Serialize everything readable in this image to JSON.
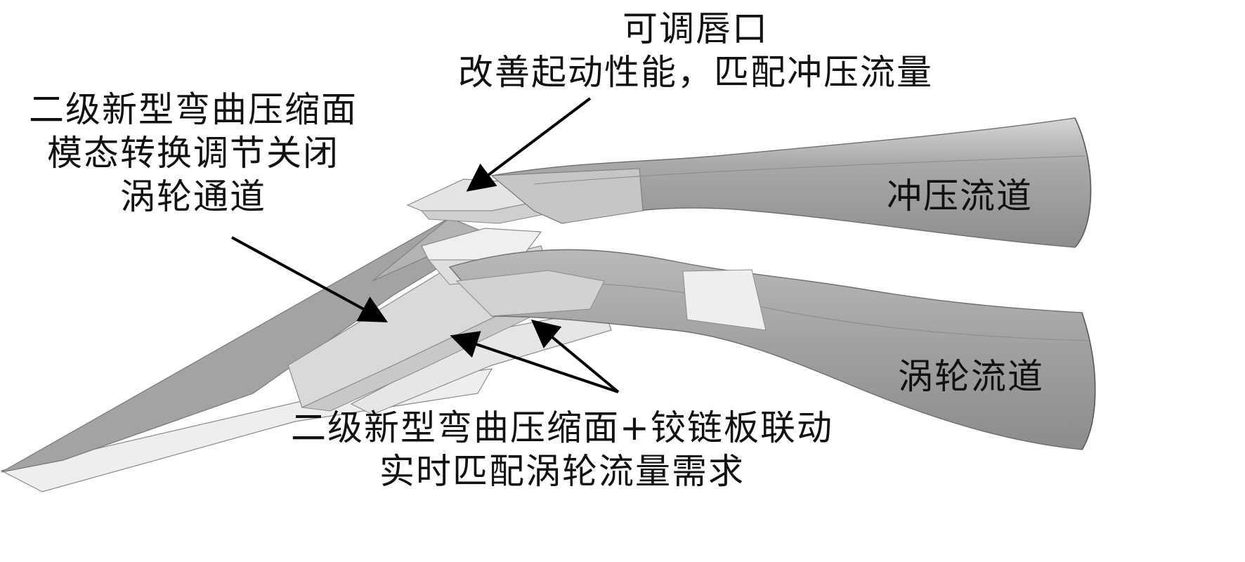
{
  "labels": {
    "lip": [
      "可调唇口",
      "改善起动性能，匹配冲压流量"
    ],
    "ramp": [
      "二级新型弯曲压缩面",
      "模态转换调节关闭",
      "涡轮通道"
    ],
    "ram_duct": "冲压流道",
    "turbine_duct": "涡轮流道",
    "hinge": [
      "二级新型弯曲压缩面+铰链板联动",
      "实时匹配涡轮流量需求"
    ]
  },
  "colors": {
    "ramp_dark": "#a3a3a3",
    "duct_body": "#9d9d9d",
    "duct_light": "#c2c2c2",
    "panel_light": "#dcdcdc",
    "panel_white": "#eeeeee",
    "arrow": "#000000"
  }
}
